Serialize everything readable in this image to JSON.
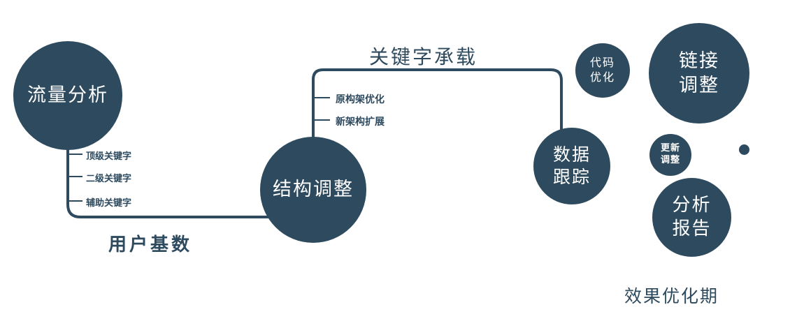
{
  "colors": {
    "primary": "#2e4a5e",
    "node_text": "#ffffff",
    "background": "#ffffff"
  },
  "nodes": {
    "traffic_analysis": {
      "label": "流量分析"
    },
    "structure_adjust": {
      "label": "结构调整"
    },
    "data_tracking": {
      "lines": [
        "数据",
        "跟踪"
      ]
    },
    "code_optimize": {
      "lines": [
        "代码",
        "优化"
      ]
    },
    "link_adjust": {
      "lines": [
        "链接",
        "调整"
      ]
    },
    "update_adjust": {
      "lines": [
        "更新",
        "调整"
      ]
    },
    "analysis_report": {
      "lines": [
        "分析",
        "报告"
      ]
    }
  },
  "edges": {
    "user_base_label": "用户基数",
    "keyword_carry_label": "关键字承载",
    "traffic_branches": [
      "顶级关键字",
      "二级关键字",
      "辅助关键字"
    ],
    "structure_branches": [
      "原构架优化",
      "新架构扩展"
    ]
  },
  "footer": {
    "phase_label": "效果优化期"
  }
}
